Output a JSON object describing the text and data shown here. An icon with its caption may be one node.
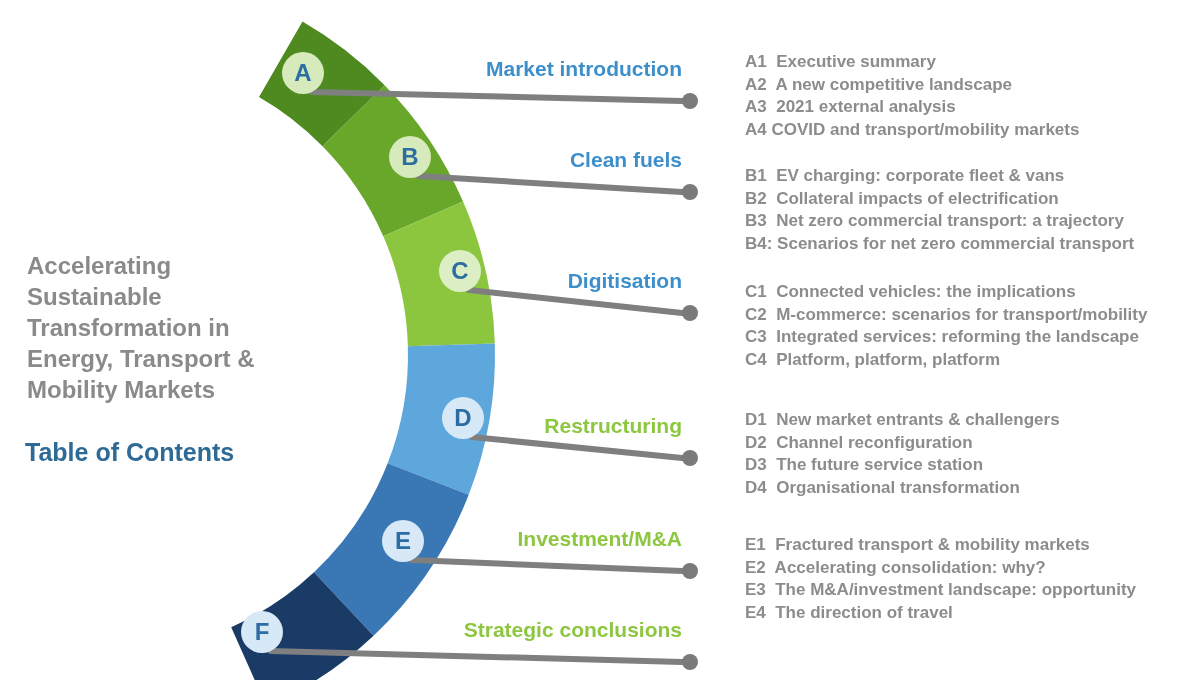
{
  "diagram": {
    "title": "Accelerating Sustainable Transformation in Energy, Transport & Mobility Markets",
    "nodes": [
      {
        "text": [
          "A"
        ]
      },
      {
        "text": [
          "B"
        ]
      },
      {
        "text": [
          "C"
        ]
      },
      {
        "text": [
          "D"
        ]
      },
      {
        "text": [
          "E"
        ]
      },
      {
        "text": [
          "F"
        ]
      },
      {
        "text": [],
        "shape": "circle"
      },
      {
        "text": [],
        "shape": "circle"
      },
      {
        "text": [],
        "shape": "circle"
      },
      {
        "text": [],
        "shape": "circle"
      },
      {
        "text": [],
        "shape": "circle"
      },
      {
        "text": [],
        "shape": "circle"
      }
    ],
    "edges": [
      {
        "from": 0,
        "to": 6,
        "arrow": "none",
        "label": "Market introduction"
      },
      {
        "from": 1,
        "to": 7,
        "arrow": "none",
        "label": "Clean fuels"
      },
      {
        "from": 2,
        "to": 8,
        "arrow": "none",
        "label": "Digitisation"
      },
      {
        "from": 3,
        "to": 9,
        "arrow": "none",
        "label": "Restructuring"
      },
      {
        "from": 4,
        "to": 10,
        "arrow": "none",
        "label": "Investment/M&A"
      },
      {
        "from": 5,
        "to": 11,
        "arrow": "none",
        "label": "Strategic conclusions"
      }
    ],
    "labels": [
      "A1  Executive summary",
      "A2  A new competitive landscape",
      "A3  2021 external analysis",
      "A4 COVID and transport/mobility markets",
      "B1  EV charging: corporate fleet & vans",
      "B2  Collateral impacts of electrification",
      "B3  Net zero commercial transport: a trajectory",
      "B4: Scenarios for net zero commercial transport",
      "C1  Connected vehicles: the implications",
      "C2  M-commerce: scenarios for transport/mobility",
      "C3  Integrated services: reforming the landscape",
      "C4  Platform, platform, platform",
      "D1  New market entrants & challengers",
      "D2  Channel reconfiguration",
      "D3  The future service station",
      "D4  Organisational transformation",
      "E1  Fractured transport & mobility markets",
      "E2  Accelerating consolidation: why?",
      "E3  The M&A/investment landscape: opportunity",
      "E4  The direction of travel",
      "Table of Contents"
    ]
  }
}
